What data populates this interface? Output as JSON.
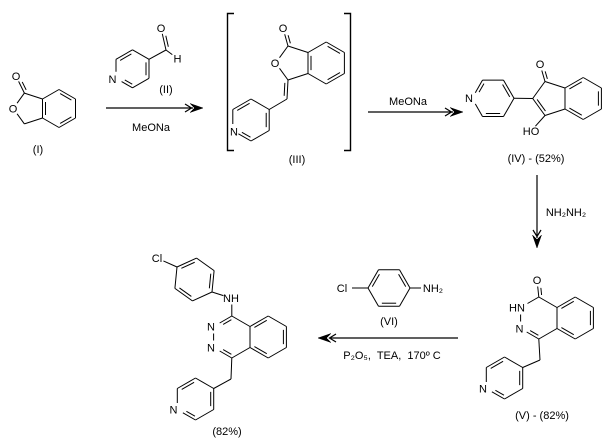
{
  "scheme": {
    "compounds": {
      "I": {
        "label": "(I)"
      },
      "II": {
        "label": "(II)"
      },
      "III": {
        "label": "(III)"
      },
      "IV": {
        "label": "(IV) - (52%)"
      },
      "V": {
        "label": "(V) - (82%)"
      },
      "VI": {
        "label": "(VI)"
      },
      "product": {
        "label": "(82%)"
      }
    },
    "reagents": {
      "step1_below_arrow": "MeONa",
      "step2_above_arrow": "MeONa",
      "step3_beside_arrow": "NH₂NH₂",
      "step4_below_arrow": "P₂O₅,  TEA,  170º C"
    },
    "atoms": {
      "I": {
        "carbonylO": "O",
        "ringO": "O"
      },
      "II": {
        "O": "O",
        "H": "H",
        "N": "N"
      },
      "III": {
        "carbonylO": "O",
        "ringO": "O",
        "N": "N"
      },
      "IV": {
        "O": "O",
        "HO": "HO",
        "N": "N"
      },
      "V": {
        "O": "O",
        "HN": "HN",
        "N": "N",
        "pyridineN": "N"
      },
      "VI": {
        "Cl": "Cl",
        "NH2": "NH₂"
      },
      "product": {
        "Cl": "Cl",
        "NH": "NH",
        "N1": "N",
        "N2": "N",
        "pyridineN": "N"
      }
    },
    "colors": {
      "line": "#000000",
      "background": "#ffffff"
    }
  }
}
